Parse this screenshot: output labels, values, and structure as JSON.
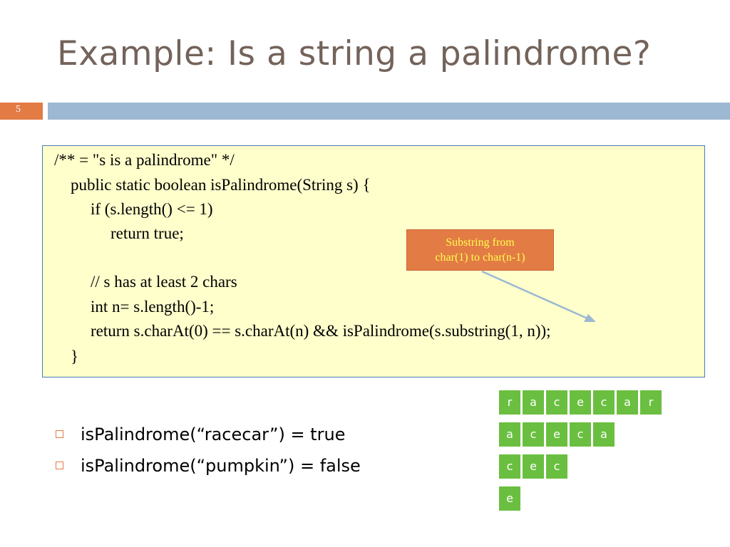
{
  "slide": {
    "title": "Example: Is a string a palindrome?",
    "number": "5"
  },
  "code": {
    "lines": [
      "/** = \"s is a palindrome\" */",
      "public static boolean isPalindrome(String s) {",
      "if (s.length() <= 1)",
      "return true;",
      "// s has at least 2 chars",
      "int n= s.length()-1;",
      "return s.charAt(0) == s.charAt(n) && isPalindrome(s.substring(1, n));",
      "}"
    ]
  },
  "callout": {
    "line1": "Substring from",
    "line2": "char(1) to char(n-1)"
  },
  "bullets": [
    "isPalindrome(“racecar”) = true",
    "isPalindrome(“pumpkin”) = false"
  ],
  "letter_grid": [
    [
      "r",
      "a",
      "c",
      "e",
      "c",
      "a",
      "r"
    ],
    [
      "a",
      "c",
      "e",
      "c",
      "a"
    ],
    [
      "c",
      "e",
      "c"
    ],
    [
      "e"
    ]
  ],
  "colors": {
    "accent_orange": "#e37b45",
    "band_blue": "#9cb8d2",
    "code_bg": "#ffffcc",
    "grid_green": "#6abf40",
    "title_color": "#73635a"
  }
}
